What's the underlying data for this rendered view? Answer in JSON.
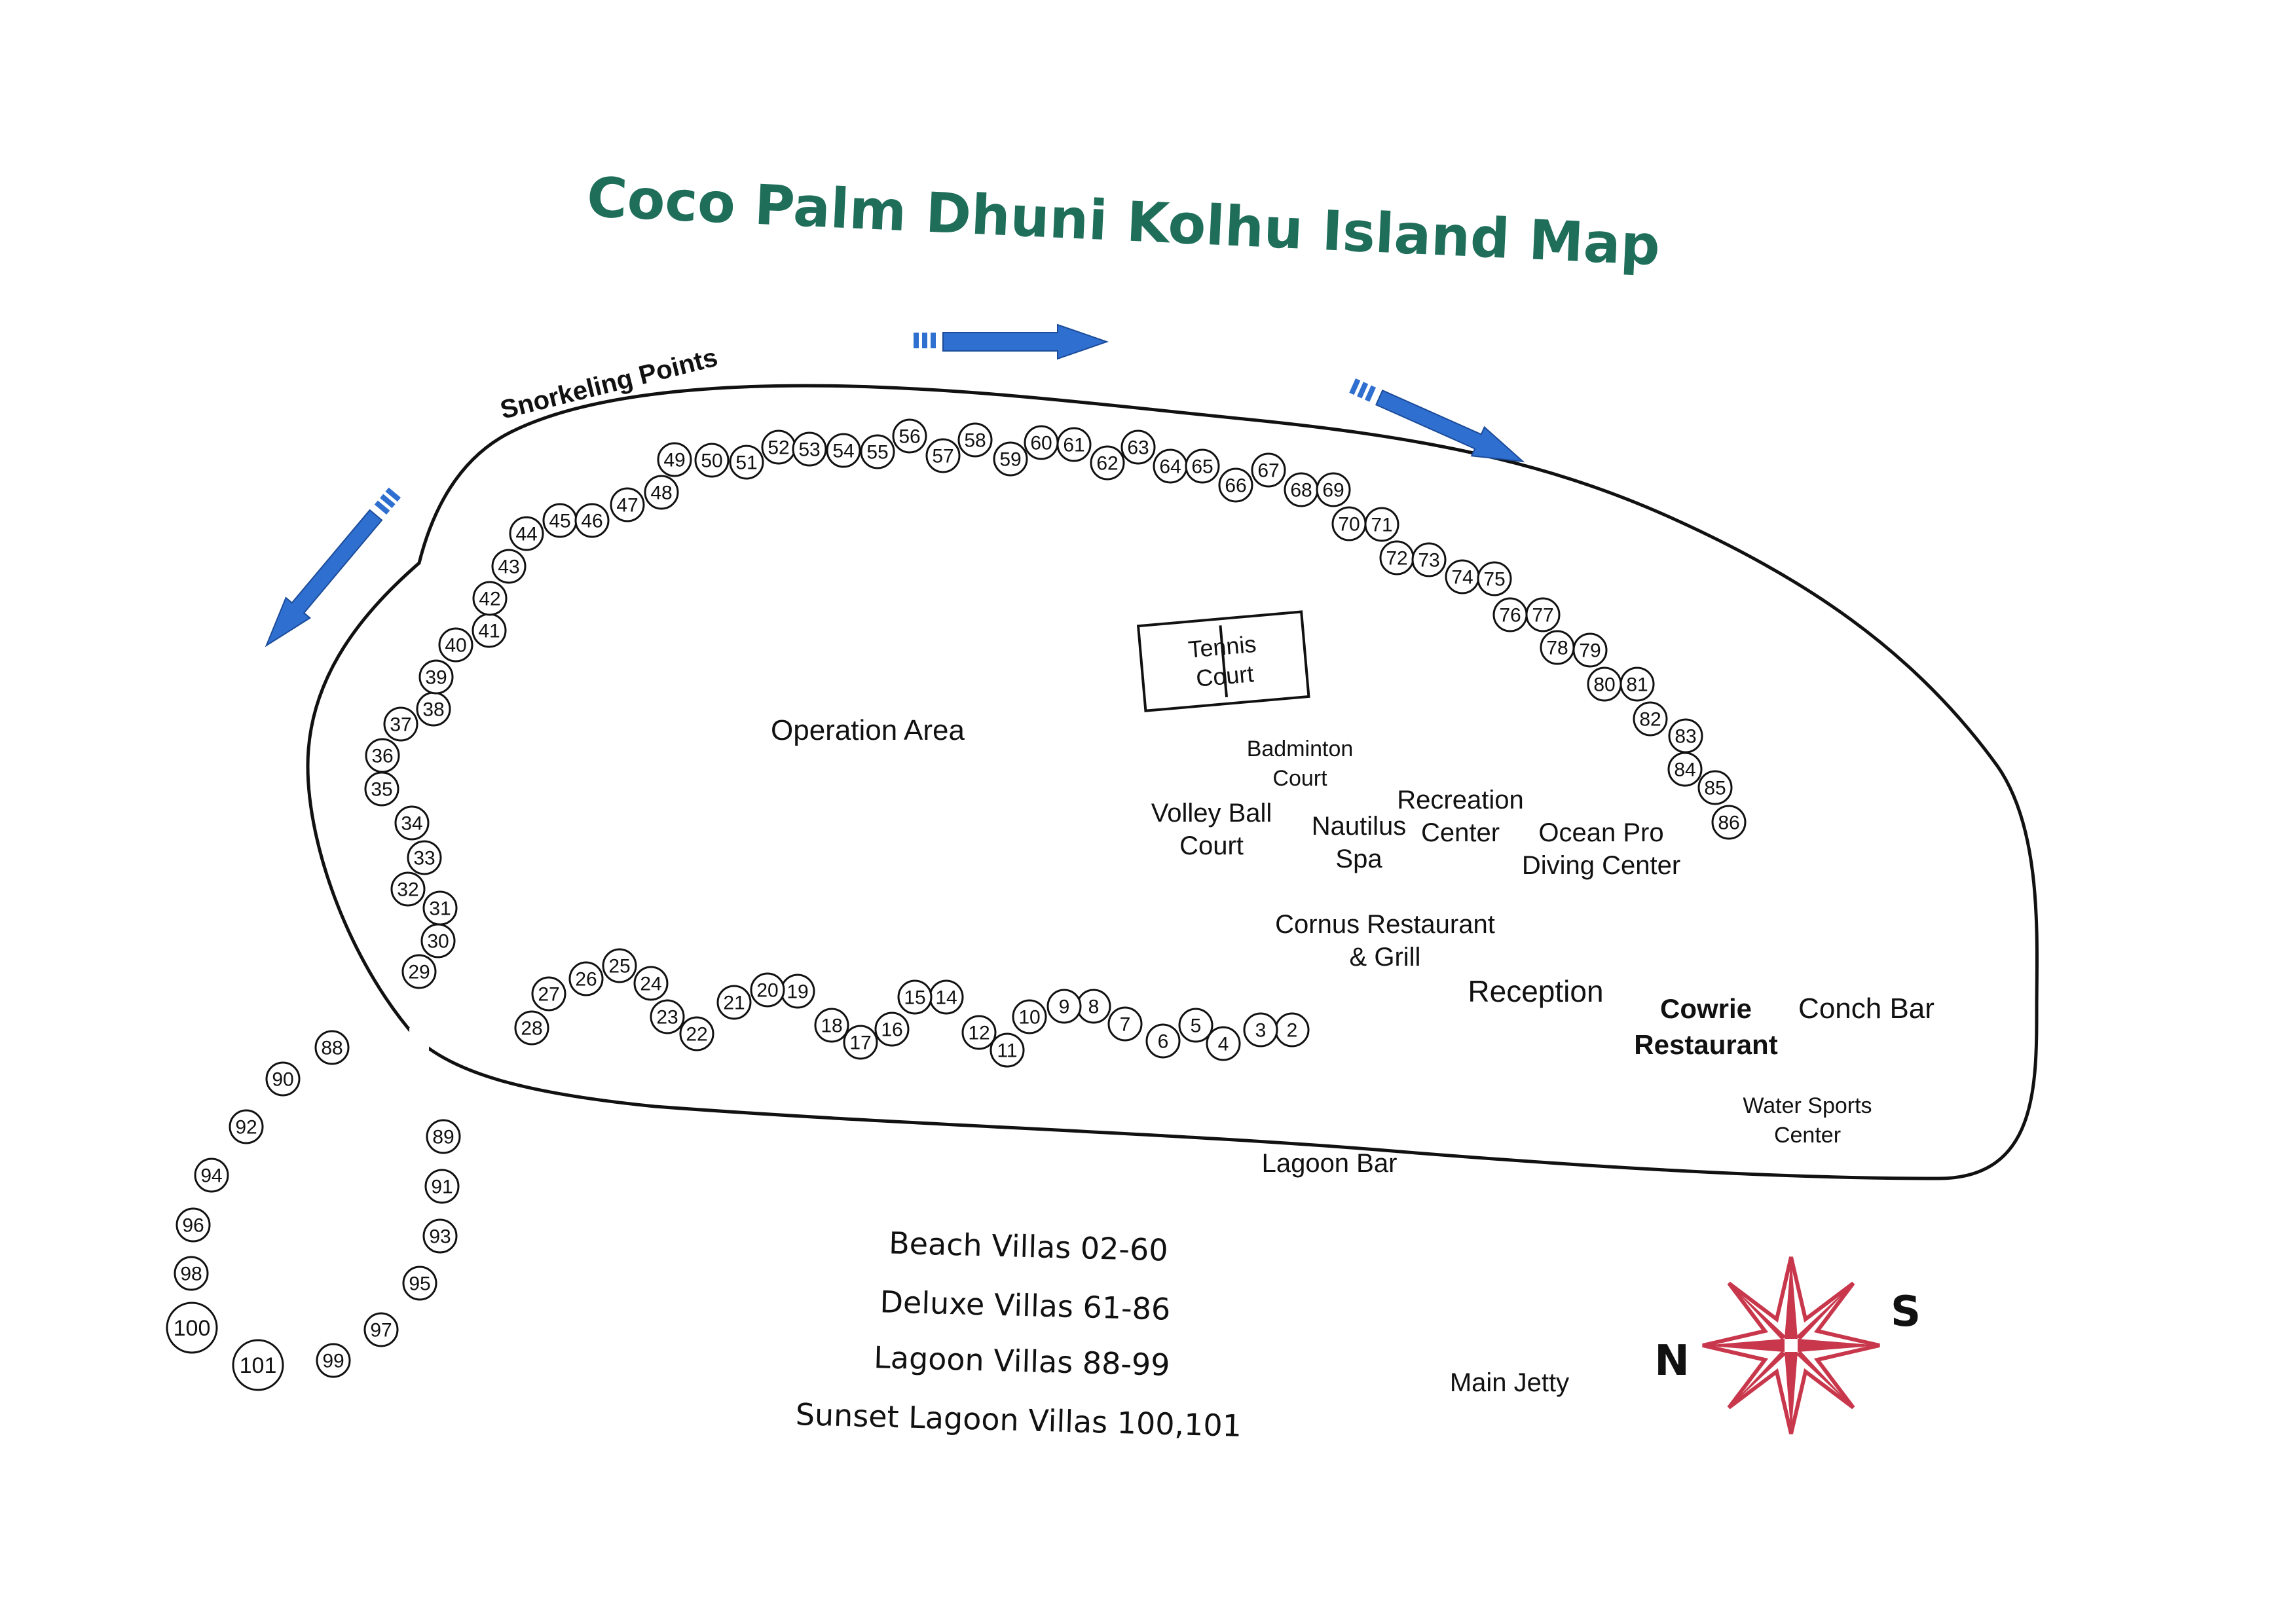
{
  "title": "Coco Palm Dhuni Kolhu Island Map",
  "colors": {
    "title": "#1f6e5a",
    "arrow": "#2f6fd0",
    "compass": "#c8374b"
  },
  "labels": {
    "snorkeling": "Snorkeling Points",
    "operation_area": "Operation Area",
    "tennis_line1": "Tennis",
    "tennis_line2": "Court",
    "badminton_line1": "Badminton",
    "badminton_line2": "Court",
    "volley_line1": "Volley Ball",
    "volley_line2": "Court",
    "nautilus_line1": "Nautilus",
    "nautilus_line2": "Spa",
    "recreation_line1": "Recreation",
    "recreation_line2": "Center",
    "oceanpro_line1": "Ocean Pro",
    "oceanpro_line2": "Diving Center",
    "cornus_line1": "Cornus Restaurant",
    "cornus_line2": "& Grill",
    "reception": "Reception",
    "cowrie_line1": "Cowrie",
    "cowrie_line2": "Restaurant",
    "conch": "Conch Bar",
    "watersports_line1": "Water Sports",
    "watersports_line2": "Center",
    "lagoon_bar": "Lagoon Bar",
    "main_jetty": "Main Jetty"
  },
  "legend": [
    "Beach Villas 02-60",
    "Deluxe Villas 61-86",
    "Lagoon Villas 88-99",
    "Sunset Lagoon Villas 100,101"
  ],
  "compass": {
    "north": "N",
    "south": "S"
  },
  "villas": [
    "2",
    "3",
    "4",
    "5",
    "6",
    "7",
    "8",
    "9",
    "10",
    "11",
    "12",
    "14",
    "15",
    "16",
    "17",
    "18",
    "19",
    "20",
    "21",
    "22",
    "23",
    "24",
    "25",
    "26",
    "27",
    "28",
    "29",
    "30",
    "31",
    "32",
    "33",
    "34",
    "35",
    "36",
    "37",
    "38",
    "39",
    "40",
    "41",
    "42",
    "43",
    "44",
    "45",
    "46",
    "47",
    "48",
    "49",
    "50",
    "51",
    "52",
    "53",
    "54",
    "55",
    "56",
    "57",
    "58",
    "59",
    "60",
    "61",
    "62",
    "63",
    "64",
    "65",
    "66",
    "67",
    "68",
    "69",
    "70",
    "71",
    "72",
    "73",
    "74",
    "75",
    "76",
    "77",
    "78",
    "79",
    "80",
    "81",
    "82",
    "83",
    "84",
    "85",
    "86",
    "88",
    "89",
    "90",
    "91",
    "92",
    "93",
    "94",
    "95",
    "96",
    "97",
    "98",
    "99",
    "100",
    "101"
  ]
}
